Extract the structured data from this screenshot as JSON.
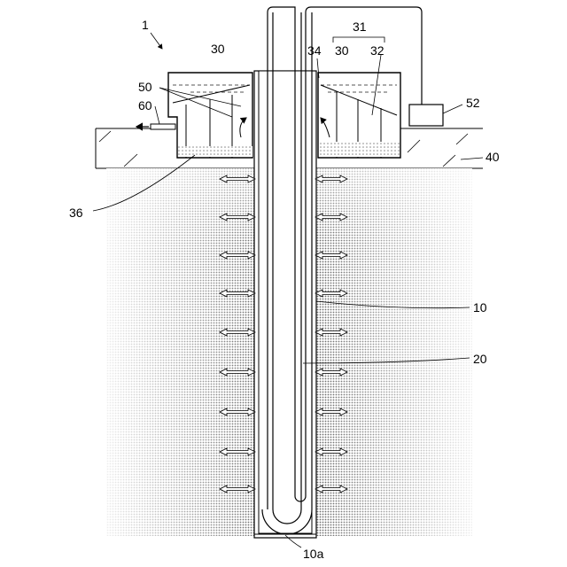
{
  "labels": {
    "fig": "1",
    "tank_left": "30",
    "group": "31",
    "tank_right": "30",
    "water": "32",
    "lid": "34",
    "fins": "50",
    "pump": "52",
    "outlet": "60",
    "sediment": "36",
    "ground": "40",
    "casing": "10",
    "pipe": "20",
    "bottom": "10a"
  },
  "colors": {
    "line": "#000000",
    "soil_light": "#d8d8d8",
    "soil_dark": "#6e6e6e",
    "water_line": "#555555",
    "sediment": "#bfbfbf"
  }
}
